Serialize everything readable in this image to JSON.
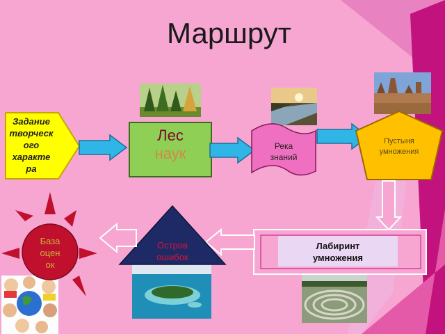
{
  "slide": {
    "title": "Маршрут",
    "colors": {
      "background": "#f7a6d2",
      "accent_magenta": "#c2127d",
      "arrow_blue": "#2fb6e6",
      "forest_green": "#8fcf55",
      "desert_yellow": "#ffc000",
      "river_pink": "#ef6fc0",
      "island_navy": "#1d2a66",
      "sun_red": "#c0102e"
    },
    "nodes": {
      "task": [
        "Задание",
        "творческ",
        "ого",
        "характе",
        "ра"
      ],
      "forest": [
        "Лес",
        "наук"
      ],
      "river": [
        "Река",
        "знаний"
      ],
      "desert": [
        "Пустыня",
        "умножения"
      ],
      "labyrinth": [
        "Лабиринт",
        "умножения"
      ],
      "island": [
        "Остров",
        "ошибок"
      ],
      "base": [
        "База",
        "оцен",
        "ок"
      ]
    },
    "photos": [
      "forest-photo",
      "river-photo",
      "desert-photo",
      "labyrinth-photo",
      "island-photo",
      "children-photo"
    ]
  }
}
